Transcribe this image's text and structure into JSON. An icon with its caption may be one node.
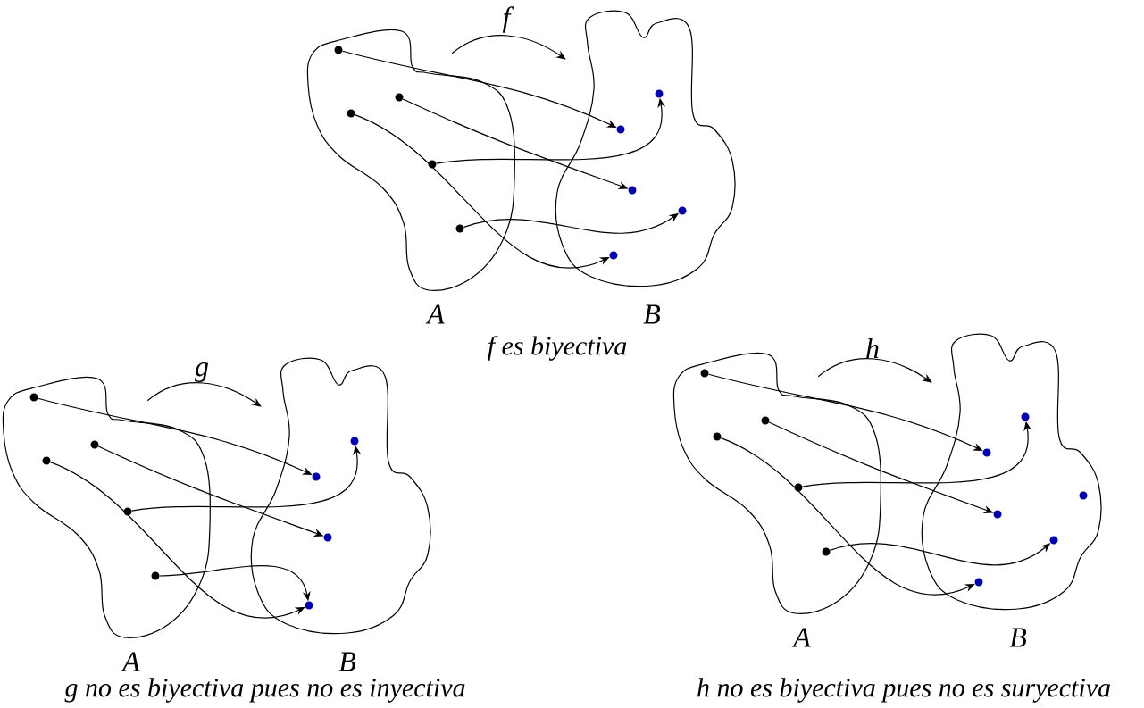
{
  "diagram": {
    "nodes": [
      {
        "text": [
          "A"
        ]
      },
      {
        "text": [
          "B"
        ]
      },
      {
        "text": [],
        "shape": "circle",
        "in": 0
      },
      {
        "text": [],
        "shape": "circle",
        "in": 0
      },
      {
        "text": [],
        "shape": "circle",
        "in": 0
      },
      {
        "text": [],
        "shape": "circle",
        "in": 0
      },
      {
        "text": [],
        "shape": "circle",
        "in": 0
      },
      {
        "text": [],
        "shape": "circle",
        "in": 1
      },
      {
        "text": [],
        "shape": "circle",
        "in": 1
      },
      {
        "text": [],
        "shape": "circle",
        "in": 1
      },
      {
        "text": [],
        "shape": "circle",
        "in": 1
      },
      {
        "text": [],
        "shape": "circle",
        "in": 1
      },
      {
        "text": [
          "A"
        ]
      },
      {
        "text": [
          "B"
        ]
      },
      {
        "text": [],
        "shape": "circle",
        "in": 12
      },
      {
        "text": [],
        "shape": "circle",
        "in": 12
      },
      {
        "text": [],
        "shape": "circle",
        "in": 12
      },
      {
        "text": [],
        "shape": "circle",
        "in": 12
      },
      {
        "text": [],
        "shape": "circle",
        "in": 12
      },
      {
        "text": [],
        "shape": "circle",
        "in": 13
      },
      {
        "text": [],
        "shape": "circle",
        "in": 13
      },
      {
        "text": [],
        "shape": "circle",
        "in": 13
      },
      {
        "text": [],
        "shape": "circle",
        "in": 13
      },
      {
        "text": [
          "A"
        ]
      },
      {
        "text": [
          "B"
        ]
      },
      {
        "text": [],
        "shape": "circle",
        "in": 23
      },
      {
        "text": [],
        "shape": "circle",
        "in": 23
      },
      {
        "text": [],
        "shape": "circle",
        "in": 23
      },
      {
        "text": [],
        "shape": "circle",
        "in": 23
      },
      {
        "text": [],
        "shape": "circle",
        "in": 23
      },
      {
        "text": [],
        "shape": "circle",
        "in": 24
      },
      {
        "text": [],
        "shape": "circle",
        "in": 24
      },
      {
        "text": [],
        "shape": "circle",
        "in": 24
      },
      {
        "text": [],
        "shape": "circle",
        "in": 24
      },
      {
        "text": [],
        "shape": "circle",
        "in": 24
      },
      {
        "text": [],
        "shape": "circle",
        "in": 24
      }
    ],
    "edges": [
      {
        "from": 0,
        "to": 1,
        "arrow": "to",
        "label": "f"
      },
      {
        "from": 2,
        "to": 8,
        "arrow": "to"
      },
      {
        "from": 3,
        "to": 9,
        "arrow": "to"
      },
      {
        "from": 4,
        "to": 11,
        "arrow": "to"
      },
      {
        "from": 5,
        "to": 7,
        "arrow": "to"
      },
      {
        "from": 6,
        "to": 10,
        "arrow": "to"
      },
      {
        "from": 12,
        "to": 13,
        "arrow": "to",
        "label": "g"
      },
      {
        "from": 14,
        "to": 20,
        "arrow": "to"
      },
      {
        "from": 15,
        "to": 21,
        "arrow": "to"
      },
      {
        "from": 16,
        "to": 22,
        "arrow": "to"
      },
      {
        "from": 17,
        "to": 19,
        "arrow": "to"
      },
      {
        "from": 18,
        "to": 22,
        "arrow": "to"
      },
      {
        "from": 23,
        "to": 24,
        "arrow": "to",
        "label": "h"
      },
      {
        "from": 25,
        "to": 31,
        "arrow": "to"
      },
      {
        "from": 26,
        "to": 33,
        "arrow": "to"
      },
      {
        "from": 27,
        "to": 35,
        "arrow": "to"
      },
      {
        "from": 28,
        "to": 30,
        "arrow": "to"
      },
      {
        "from": 29,
        "to": 34,
        "arrow": "to"
      }
    ],
    "labels": [
      "f es biyectiva",
      "g no es biyectiva pues no es inyectiva",
      "h no es biyectiva pues no es suryectiva"
    ]
  }
}
